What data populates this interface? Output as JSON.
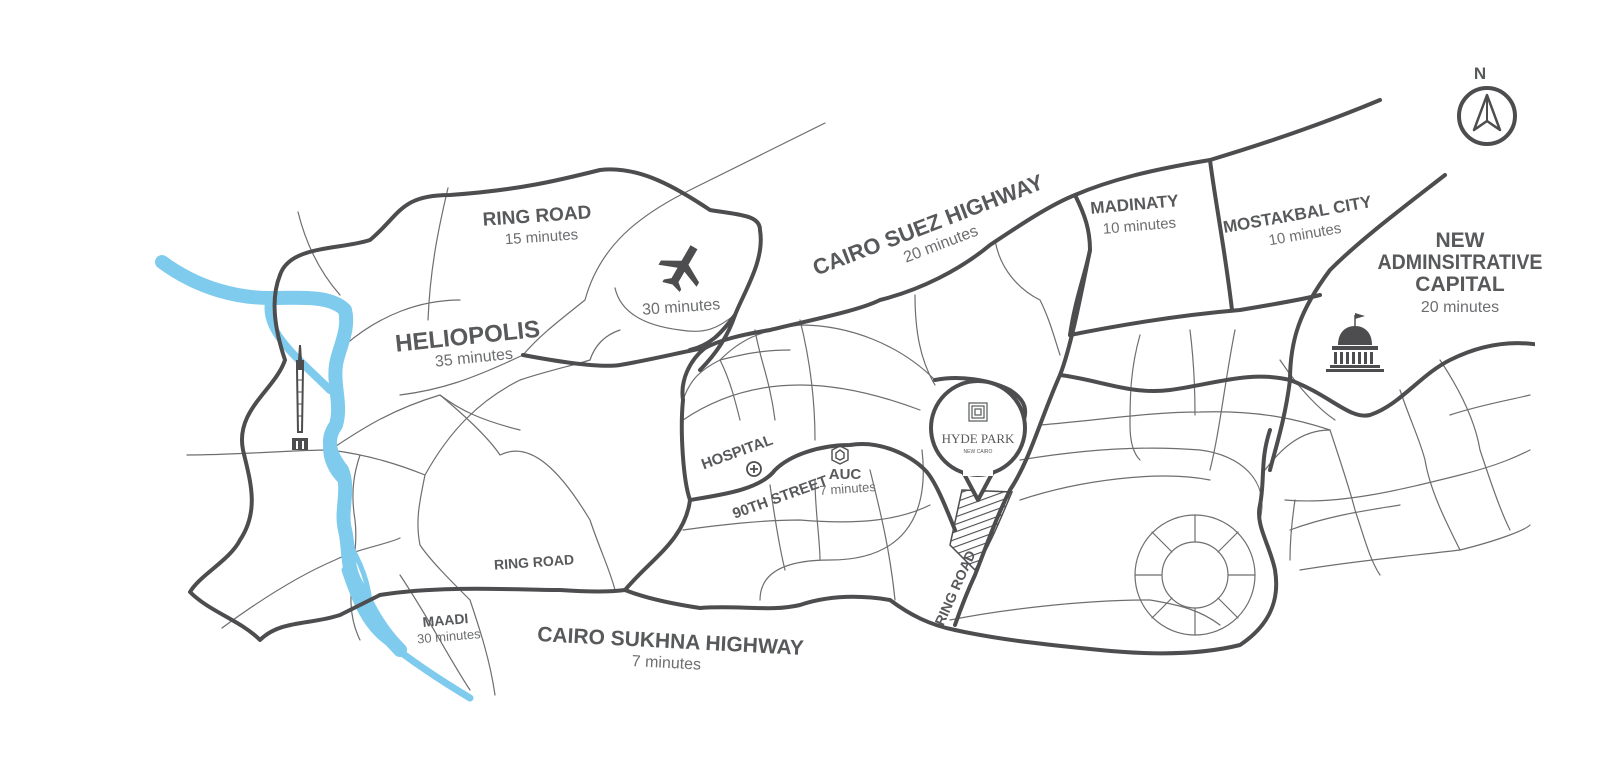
{
  "map": {
    "north_label": "N",
    "places": {
      "ring_road_north": {
        "name": "RING ROAD",
        "time": "15 minutes"
      },
      "airport": {
        "time": "30 minutes"
      },
      "heliopolis": {
        "name": "HELIOPOLIS",
        "time": "35 minutes"
      },
      "cairo_suez": {
        "name": "CAIRO SUEZ HIGHWAY",
        "time": "20 minutes"
      },
      "madinaty": {
        "name": "MADINATY",
        "time": "10 minutes"
      },
      "mostakbal": {
        "name": "MOSTAKBAL CITY",
        "time": "10 minutes"
      },
      "new_capital": {
        "line1": "NEW",
        "line2": "ADMINSITRATIVE",
        "line3": "CAPITAL",
        "time": "20 minutes"
      },
      "hospital": {
        "name": "HOSPITAL"
      },
      "auc": {
        "name": "AUC",
        "time": "7 minutes"
      },
      "street_90": {
        "name": "90TH STREET"
      },
      "hyde_park": {
        "name": "HYDE PARK",
        "sub": "NEW CAIRO"
      },
      "ring_road_east": {
        "name": "RING ROAD"
      },
      "ring_road_south": {
        "name": "RING ROAD"
      },
      "maadi": {
        "name": "MAADI",
        "time": "30 minutes"
      },
      "sukhna": {
        "name": "CAIRO SUKHNA HIGHWAY",
        "time": "7 minutes"
      }
    },
    "icons": [
      "airplane-icon",
      "cairo-tower-icon",
      "hospital-icon",
      "auc-icon",
      "capitol-building-icon",
      "hyde-park-logo-icon",
      "compass-icon"
    ],
    "colors": {
      "roads": "#4d4d4f",
      "minor_roads": "#6d6e70",
      "river": "#7fcbed",
      "text": "#58595b",
      "background": "#ffffff"
    }
  }
}
